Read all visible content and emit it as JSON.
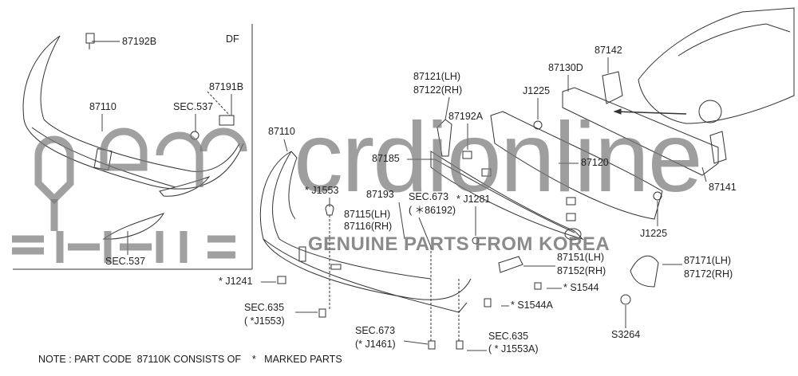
{
  "diagram": {
    "inset_label": "DF",
    "watermark": {
      "brand": "crdionline",
      "tagline": "GENUINE PARTS FROM KOREA"
    },
    "labels": {
      "p87192B": "87192B",
      "p87191B": "87191B",
      "p87110_inset": "87110",
      "sec537_top": "SEC.537",
      "sec537_bottom": "SEC.537",
      "p87110_main": "87110",
      "j1553": "* J1553",
      "p87193": "87193",
      "p87115": "87115(LH)",
      "p87116": "87116(RH)",
      "sec673_a": "SEC.673",
      "sec673_a_sub": "( ＊86192)",
      "j1281": "* J1281",
      "p87121": "87121(LH)",
      "p87122": "87122(RH)",
      "p87192A": "87192A",
      "p87185": "87185",
      "p87130D": "87130D",
      "p87142": "87142",
      "j1225_top": "J1225",
      "p87120": "87120",
      "p87141": "87141",
      "j1225_bottom": "J1225",
      "p87151": "87151(LH)",
      "p87152": "87152(RH)",
      "s1544": "* S1544",
      "s1544a": "* S1544A",
      "p87171": "87171(LH)",
      "p87172": "87172(RH)",
      "s3264": "S3264",
      "j1241": "* J1241",
      "sec635_a": "SEC.635",
      "sec635_a_sub": "(  *J1553)",
      "sec673_b": "SEC.673",
      "sec673_b_sub": "(* J1461)",
      "sec635_b": "SEC.635",
      "sec635_b_sub": "( * J1553A)"
    },
    "note": "NOTE : PART CODE  87110K CONSISTS OF    *   MARKED PARTS"
  }
}
